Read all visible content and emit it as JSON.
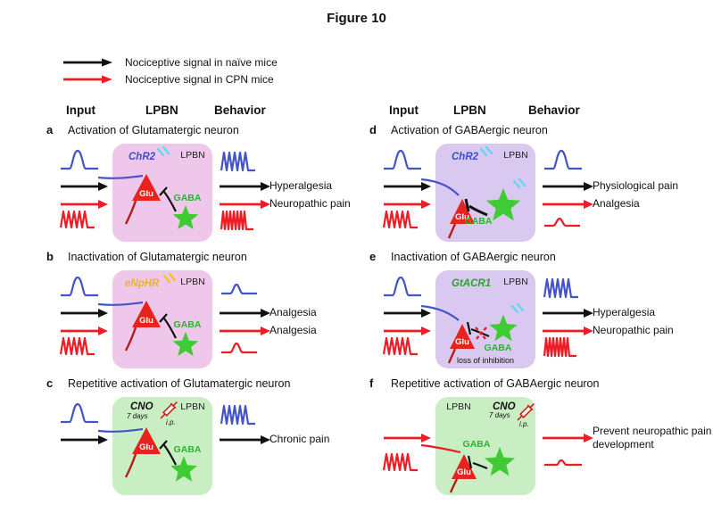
{
  "figure_title": "Figure 10",
  "legend": {
    "naive": {
      "label": "Nociceptive signal in naïve mice",
      "color": "#000000"
    },
    "cpn": {
      "label": "Nociceptive signal in CPN mice",
      "color": "#ed1c24"
    }
  },
  "headers": {
    "left": {
      "input": "Input",
      "lpbn": "LPBN",
      "behavior": "Behavior"
    },
    "right": {
      "input": "Input",
      "lpbn": "LPBN",
      "behavior": "Behavior"
    }
  },
  "panels": {
    "a": {
      "letter": "a",
      "title": "Activation of Glutamatergic neuron",
      "opsin": "ChR2",
      "region_label": "LPBN",
      "glu_label": "Glu",
      "gaba_label": "GABA",
      "behavior1": "Hyperalgesia",
      "behavior2": "Neuropathic pain"
    },
    "b": {
      "letter": "b",
      "title": "Inactivation of Glutamatergic neuron",
      "opsin": "eNpHR",
      "region_label": "LPBN",
      "glu_label": "Glu",
      "gaba_label": "GABA",
      "behavior1": "Analgesia",
      "behavior2": "Analgesia"
    },
    "c": {
      "letter": "c",
      "title": "Repetitive activation of Glutamatergic neuron",
      "drug": "CNO",
      "duration": "7 days",
      "route": "i.p.",
      "region_label": "LPBN",
      "glu_label": "Glu",
      "gaba_label": "GABA",
      "behavior1": "Chronic pain"
    },
    "d": {
      "letter": "d",
      "title": "Activation of GABAergic neuron",
      "opsin": "ChR2",
      "region_label": "LPBN",
      "glu_label": "Glu",
      "gaba_label": "GABA",
      "behavior1": "Physiological pain",
      "behavior2": "Analgesia"
    },
    "e": {
      "letter": "e",
      "title": "Inactivation of GABAergic neuron",
      "opsin": "GtACR1",
      "region_label": "LPBN",
      "glu_label": "Glu",
      "gaba_label": "GABA",
      "note": "loss of inhibition",
      "behavior1": "Hyperalgesia",
      "behavior2": "Neuropathic pain"
    },
    "f": {
      "letter": "f",
      "title": "Repetitive activation of GABAergic neuron",
      "drug": "CNO",
      "duration": "7 days",
      "route": "i.p.",
      "region_label": "LPBN",
      "glu_label": "Glu",
      "gaba_label": "GABA",
      "behavior1": "Prevent neuropathic pain development"
    }
  },
  "colors": {
    "signal_red": "#ed1c24",
    "signal_blue": "#4353c9",
    "chr2_blue": "#3a4fc8",
    "enphr_yellow": "#e8b61e",
    "gtacr1_green": "#2ca32c",
    "gaba_green": "#2db32d",
    "glu_red": "#e8231d",
    "box_pink": "#efc7ea",
    "box_purple": "#d9c9f0",
    "box_green": "#c9eec4",
    "light_cyan": "#5bd8f2",
    "light_yellow": "#f0c419"
  }
}
